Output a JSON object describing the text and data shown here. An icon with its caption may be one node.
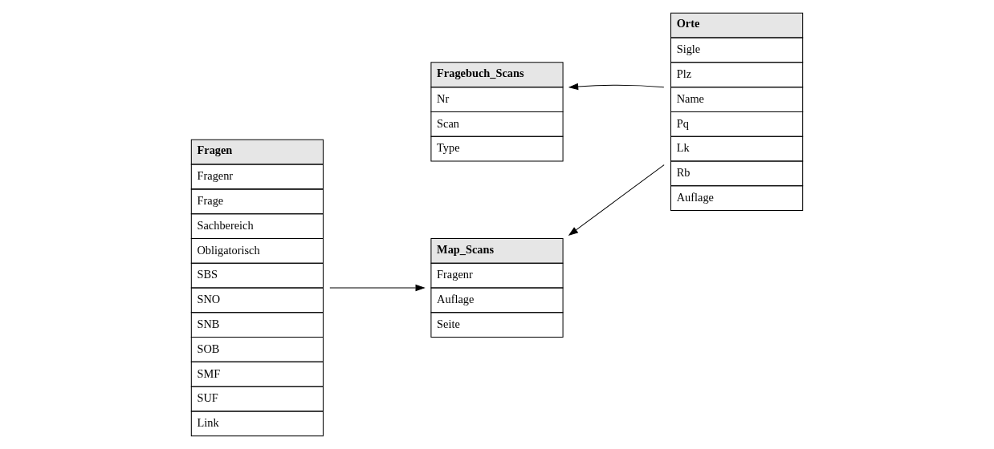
{
  "diagram": {
    "nodes": [
      {
        "text": [
          "Fragen",
          "Fragenr",
          "Frage",
          "Sachbereich",
          "Obligatorisch",
          "SBS",
          "SNO",
          "SNB",
          "SOB",
          "SMF",
          "SUF",
          "Link"
        ]
      },
      {
        "text": [
          "Fragebuch_Scans",
          "Nr",
          "Scan",
          "Type"
        ]
      },
      {
        "text": [
          "Map_Scans",
          "Fragenr",
          "Auflage",
          "Seite"
        ]
      },
      {
        "text": [
          "Orte",
          "Sigle",
          "Plz",
          "Name",
          "Pq",
          "Lk",
          "Rb",
          "Auflage"
        ]
      }
    ],
    "edges": [
      {
        "from": 0,
        "to": 2,
        "arrow": "to"
      },
      {
        "from": 3,
        "to": 1,
        "arrow": "to"
      },
      {
        "from": 3,
        "to": 2,
        "arrow": "to"
      }
    ]
  }
}
